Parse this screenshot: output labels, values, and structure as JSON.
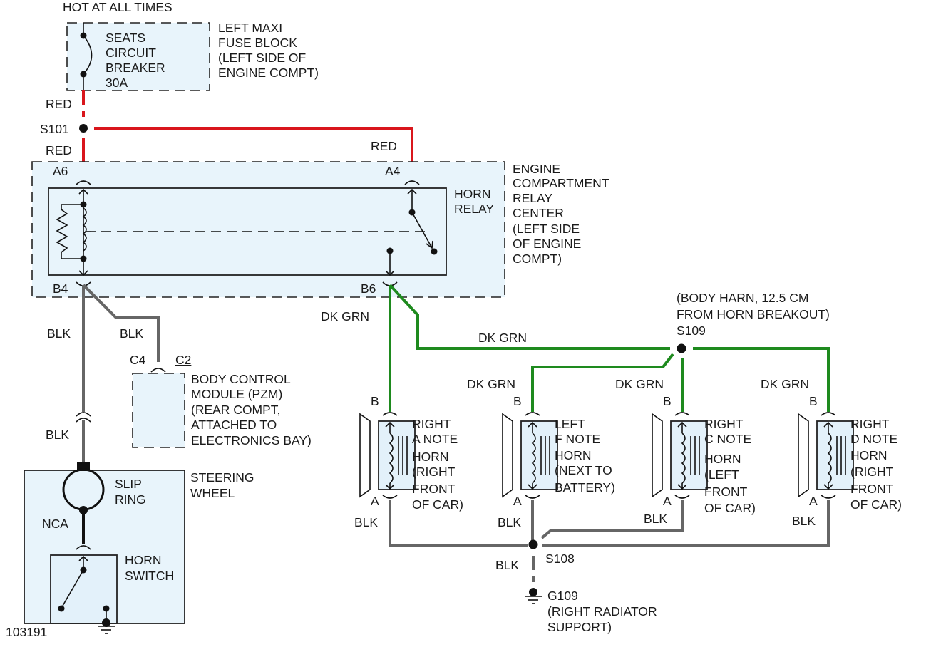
{
  "diagram": {
    "title": "Horn circuit wiring diagram",
    "figure_id": "103191",
    "colors": {
      "red_wire": "#d9161c",
      "dk_grn_wire": "#1e8a1e",
      "blk_wire": "#666666",
      "component_fill": "#e8f4fb"
    },
    "power_source": {
      "label": "HOT AT ALL TIMES"
    },
    "fuse_block": {
      "component_lines": [
        "SEATS",
        "CIRCUIT",
        "BREAKER",
        "30A"
      ],
      "location_lines": [
        "LEFT MAXI",
        "FUSE BLOCK",
        "(LEFT SIDE OF",
        "ENGINE COMPT)"
      ]
    },
    "splice_s101": {
      "label": "S101",
      "wire_upper": "RED",
      "wire_lower": "RED",
      "wire_right": "RED"
    },
    "relay_center": {
      "location_lines": [
        "ENGINE",
        "COMPARTMENT",
        "RELAY",
        "CENTER",
        "(LEFT SIDE",
        "OF ENGINE",
        "COMPT)"
      ],
      "relay_lines": [
        "HORN",
        "RELAY"
      ],
      "pins": {
        "a6": "A6",
        "a4": "A4",
        "b4": "B4",
        "b6": "B6"
      }
    },
    "bcm": {
      "pin": "C4",
      "connector": "C2",
      "wire": "BLK",
      "lines": [
        "BODY CONTROL",
        "MODULE (PZM)",
        "(REAR COMPT,",
        "ATTACHED TO",
        "ELECTRONICS BAY)"
      ]
    },
    "steering": {
      "wire_upper": "BLK",
      "wire_lower": "BLK",
      "location_lines": [
        "STEERING",
        "WHEEL"
      ],
      "slip_ring_lines": [
        "SLIP",
        "RING"
      ],
      "nca": "NCA",
      "horn_switch_lines": [
        "HORN",
        "SWITCH"
      ]
    },
    "green_wires": {
      "b6_wire": "DK GRN",
      "main_run": "DK GRN",
      "f_branch": "DK GRN",
      "c_branch": "DK GRN",
      "d_branch": "DK GRN"
    },
    "splice_s109": {
      "label": "S109",
      "location_lines": [
        "(BODY HARN, 12.5 CM",
        "FROM HORN BREAKOUT)"
      ]
    },
    "horns": [
      {
        "pin_b": "B",
        "pin_a": "A",
        "wire_a": "BLK",
        "lines": [
          "RIGHT",
          "A NOTE",
          "HORN",
          "(RIGHT",
          "FRONT",
          "OF CAR)"
        ]
      },
      {
        "pin_b": "B",
        "pin_a": "A",
        "wire_a": "BLK",
        "lines": [
          "LEFT",
          "F NOTE",
          "HORN",
          "(NEXT TO",
          "BATTERY)"
        ]
      },
      {
        "pin_b": "B",
        "pin_a": "A",
        "wire_a": "BLK",
        "lines": [
          "RIGHT",
          "C NOTE",
          "HORN",
          "(LEFT",
          "FRONT",
          "OF CAR)"
        ]
      },
      {
        "pin_b": "B",
        "pin_a": "A",
        "wire_a": "BLK",
        "lines": [
          "RIGHT",
          "D NOTE",
          "HORN",
          "(RIGHT",
          "FRONT",
          "OF CAR)"
        ]
      }
    ],
    "splice_s108": {
      "label": "S108",
      "wire_below": "BLK"
    },
    "ground_g109": {
      "label": "G109",
      "location_lines": [
        "(RIGHT RADIATOR",
        "SUPPORT)"
      ]
    }
  }
}
